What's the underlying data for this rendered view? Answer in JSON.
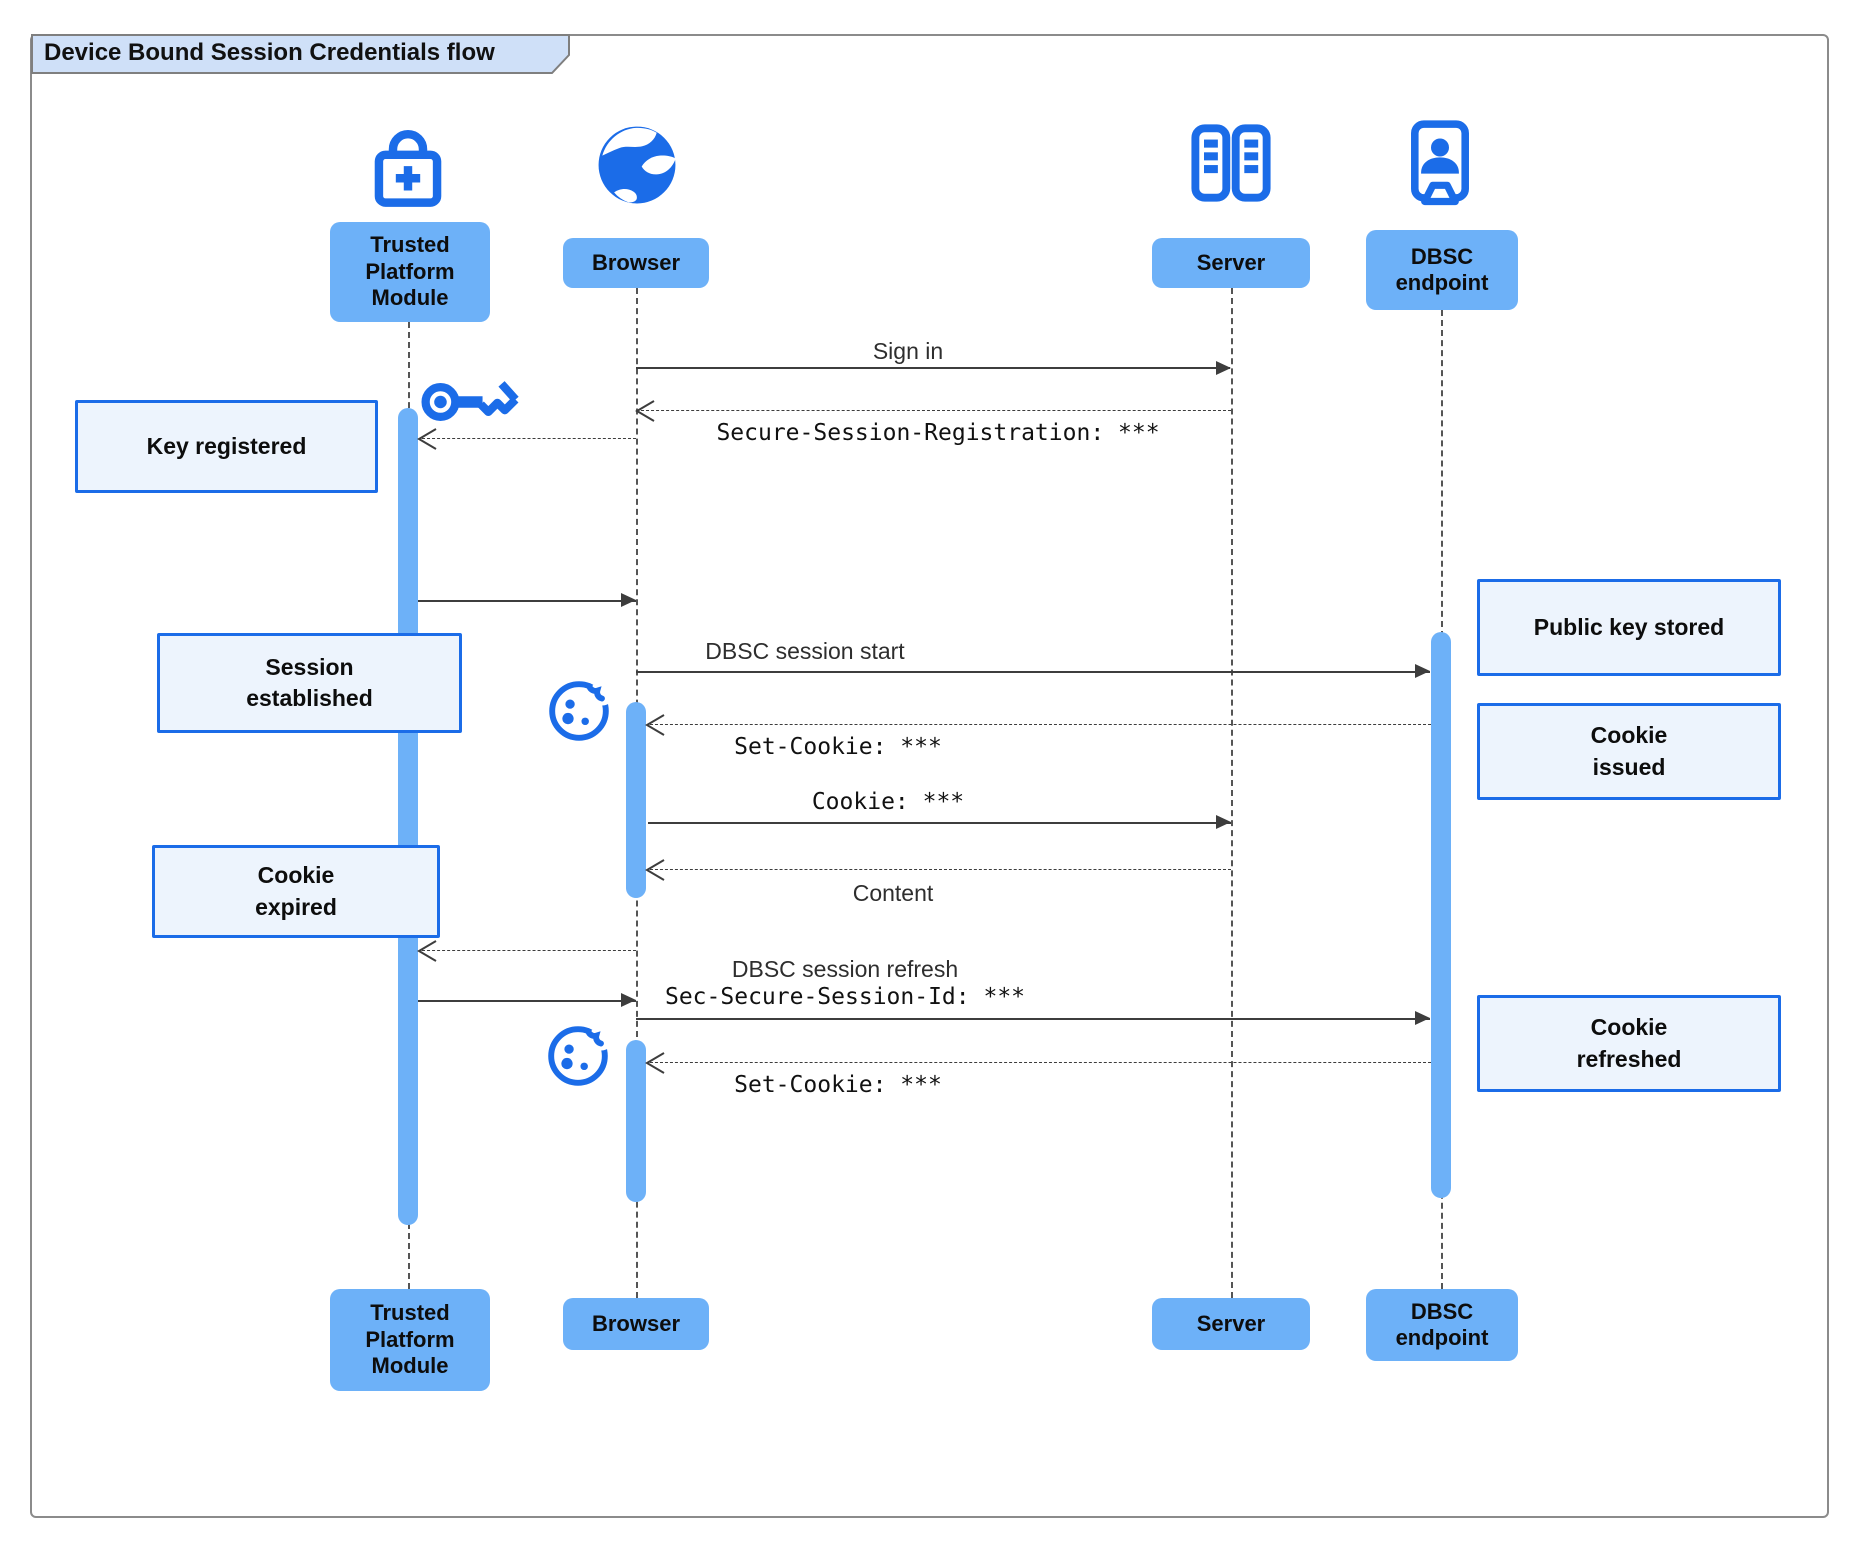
{
  "title": "Device Bound Session Credentials flow",
  "diagram_type": "sequence-diagram",
  "colors": {
    "accent_blue": "#1b6ce8",
    "actor_fill": "#6db1f8",
    "activation_fill": "#6db1f8",
    "note_fill": "#edf4fd",
    "note_border": "#1b6ce8",
    "title_tab_fill": "#cfe0f8",
    "frame_border": "#8b8b8b",
    "message_line": "#3d3d3d"
  },
  "participants": [
    {
      "id": "tpm",
      "label": "Trusted Platform Module",
      "icon": "lock-plus-icon"
    },
    {
      "id": "browser",
      "label": "Browser",
      "icon": "globe-icon"
    },
    {
      "id": "server",
      "label": "Server",
      "icon": "server-racks-icon"
    },
    {
      "id": "dbsc",
      "label": "DBSC endpoint",
      "icon": "door-person-icon"
    }
  ],
  "messages": [
    {
      "from": "Browser",
      "to": "Server",
      "style": "solid",
      "label": "Sign in"
    },
    {
      "from": "Server",
      "to": "Browser",
      "style": "dashed",
      "font": "mono",
      "label": "Secure-Session-Registration: ***"
    },
    {
      "from": "Browser",
      "to": "Trusted Platform Module",
      "style": "dashed",
      "label": ""
    },
    {
      "from": "Trusted Platform Module",
      "to": "Browser",
      "style": "solid",
      "label": ""
    },
    {
      "from": "Browser",
      "to": "DBSC endpoint",
      "style": "solid",
      "label": "DBSC session start"
    },
    {
      "from": "DBSC endpoint",
      "to": "Browser",
      "style": "dashed",
      "font": "mono",
      "label": "Set-Cookie: ***"
    },
    {
      "from": "Browser",
      "to": "Server",
      "style": "solid",
      "font": "mono",
      "label": "Cookie: ***"
    },
    {
      "from": "Server",
      "to": "Browser",
      "style": "dashed",
      "label": "Content"
    },
    {
      "from": "Browser",
      "to": "Trusted Platform Module",
      "style": "dashed",
      "label": ""
    },
    {
      "from": "Trusted Platform Module",
      "to": "Browser",
      "style": "solid",
      "label": ""
    },
    {
      "from": "Browser",
      "to": "DBSC endpoint",
      "style": "solid",
      "label": "DBSC session refresh",
      "label2": "Sec-Secure-Session-Id: ***"
    },
    {
      "from": "DBSC endpoint",
      "to": "Browser",
      "style": "dashed",
      "font": "mono",
      "label": "Set-Cookie: ***"
    }
  ],
  "notes": [
    {
      "over": "Trusted Platform Module",
      "label": "Key registered"
    },
    {
      "over": "Trusted Platform Module",
      "label": "Session established"
    },
    {
      "over": "Trusted Platform Module",
      "label": "Cookie expired"
    },
    {
      "over": "DBSC endpoint",
      "label": "Public key stored"
    },
    {
      "over": "DBSC endpoint",
      "label": "Cookie issued"
    },
    {
      "over": "DBSC endpoint",
      "label": "Cookie refreshed"
    }
  ]
}
